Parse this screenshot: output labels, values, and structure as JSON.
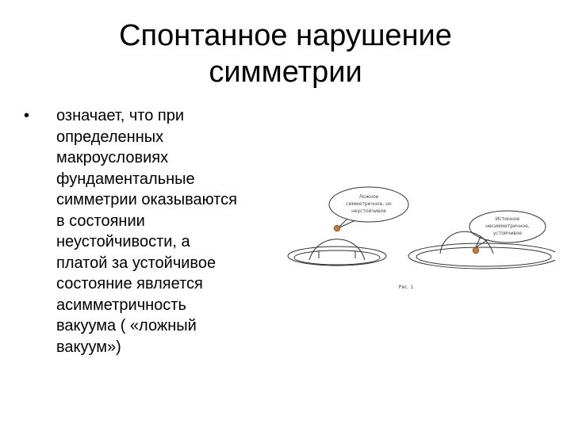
{
  "slide": {
    "title_lines": [
      "Спонтанное нарушение",
      "симметрии"
    ],
    "bullet_marker": "•",
    "bullet_lines": [
      "означает, что при",
      "определенных",
      "макроусловиях",
      "фундаментальные",
      "симметрии оказываются",
      "в состоянии",
      "неустойчивости, а",
      "платой за устойчивое",
      "состояние является",
      "асимметричность",
      "вакуума ( «ложный",
      "вакуум»)"
    ]
  },
  "figure": {
    "left_bubble_lines": [
      "Ложное",
      "симметричное, но",
      "неустойчивое"
    ],
    "right_bubble_lines": [
      "Истинное",
      "несимметричное,",
      "устойчивое"
    ],
    "caption": "Рис. 1",
    "colors": {
      "ball": "#c87a2a",
      "lines": "#333333"
    }
  }
}
